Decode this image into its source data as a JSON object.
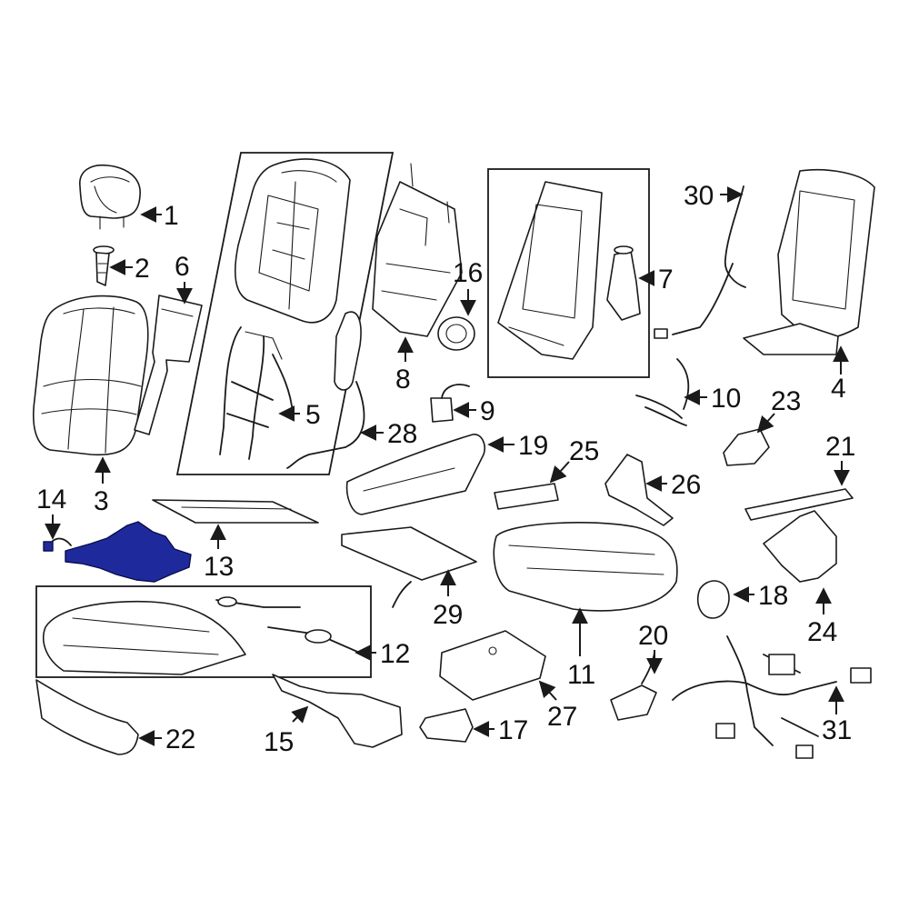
{
  "diagram": {
    "highlight_color": "#1e2a9c",
    "line_color": "#1a1a1a",
    "background": "#ffffff",
    "callouts": [
      {
        "id": "c1",
        "label": "1"
      },
      {
        "id": "c2",
        "label": "2"
      },
      {
        "id": "c3",
        "label": "3"
      },
      {
        "id": "c4",
        "label": "4"
      },
      {
        "id": "c5",
        "label": "5"
      },
      {
        "id": "c6",
        "label": "6"
      },
      {
        "id": "c7",
        "label": "7"
      },
      {
        "id": "c8",
        "label": "8"
      },
      {
        "id": "c9",
        "label": "9"
      },
      {
        "id": "c10",
        "label": "10"
      },
      {
        "id": "c11",
        "label": "11"
      },
      {
        "id": "c12",
        "label": "12"
      },
      {
        "id": "c13",
        "label": "13"
      },
      {
        "id": "c14",
        "label": "14"
      },
      {
        "id": "c15",
        "label": "15"
      },
      {
        "id": "c16",
        "label": "16"
      },
      {
        "id": "c17",
        "label": "17"
      },
      {
        "id": "c18",
        "label": "18"
      },
      {
        "id": "c19",
        "label": "19"
      },
      {
        "id": "c20",
        "label": "20"
      },
      {
        "id": "c21",
        "label": "21"
      },
      {
        "id": "c22",
        "label": "22"
      },
      {
        "id": "c23",
        "label": "23"
      },
      {
        "id": "c24",
        "label": "24"
      },
      {
        "id": "c25",
        "label": "25"
      },
      {
        "id": "c26",
        "label": "26"
      },
      {
        "id": "c27",
        "label": "27"
      },
      {
        "id": "c28",
        "label": "28"
      },
      {
        "id": "c29",
        "label": "29"
      },
      {
        "id": "c30",
        "label": "30"
      },
      {
        "id": "c31",
        "label": "31"
      }
    ]
  }
}
